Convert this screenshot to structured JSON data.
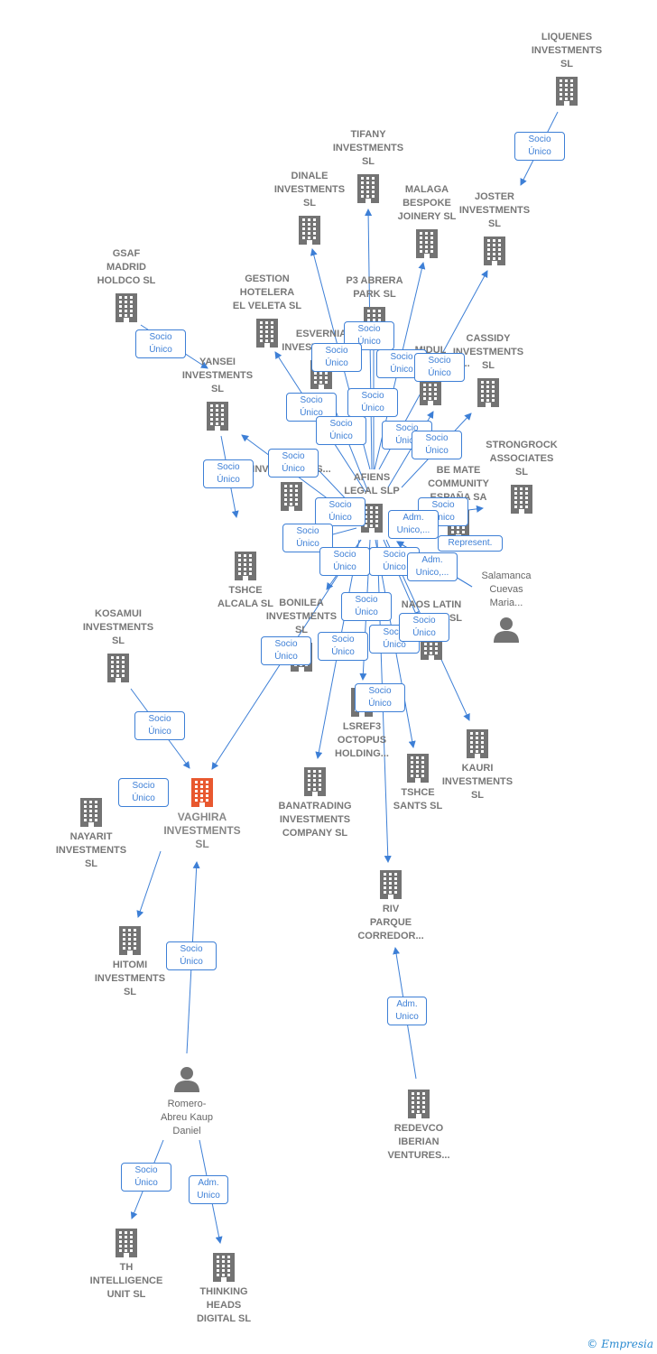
{
  "diagram": {
    "colors": {
      "edge": "#3d7fd6",
      "node": "#737373",
      "main_node": "#e8582f"
    },
    "nodes": [
      {
        "id": "liquenes",
        "label": "LIQUENES\nINVESTMENTS\nSL",
        "type": "company"
      },
      {
        "id": "tifany",
        "label": "TIFANY\nINVESTMENTS\nSL",
        "type": "company"
      },
      {
        "id": "dinale",
        "label": "DINALE\nINVESTMENTS\nSL",
        "type": "company"
      },
      {
        "id": "malaga",
        "label": "MALAGA\nBESPOKE\nJOINERY  SL",
        "type": "company"
      },
      {
        "id": "joster",
        "label": "JOSTER\nINVESTMENTS\nSL",
        "type": "company"
      },
      {
        "id": "gsaf",
        "label": "GSAF\nMADRID\nHOLDCO  SL",
        "type": "company"
      },
      {
        "id": "gestion",
        "label": "GESTION\nHOTELERA\nEL VELETA  SL",
        "type": "company"
      },
      {
        "id": "p3",
        "label": "P3 ABRERA\nPARK  SL",
        "type": "company"
      },
      {
        "id": "esvernia",
        "label": "ESVERNIA\nINVESTMENTS...",
        "type": "company"
      },
      {
        "id": "midul",
        "label": "MIDUL\nINVESTMENTS...",
        "type": "company"
      },
      {
        "id": "cassidy",
        "label": "CASSIDY\nINVESTMENTS\nSL",
        "type": "company"
      },
      {
        "id": "yansei",
        "label": "YANSEI\nINVESTMENTS\nSL",
        "type": "company"
      },
      {
        "id": "godetia",
        "label": "GODETIA\nINVESTMENTS...",
        "type": "company"
      },
      {
        "id": "strongrock",
        "label": "STRONGROCK\nASSOCIATES\nSL",
        "type": "company"
      },
      {
        "id": "afiens",
        "label": "AFIENS\nLEGAL  SLP",
        "type": "company"
      },
      {
        "id": "bemate",
        "label": "BE MATE\nCOMMUNITY\nESPAÑA SA",
        "type": "company"
      },
      {
        "id": "tshcealcala",
        "label": "TSHCE\nALCALA  SL",
        "type": "company"
      },
      {
        "id": "salamanca",
        "label": "Salamanca\nCuevas\nMaria...",
        "type": "person"
      },
      {
        "id": "bonilea",
        "label": "BONILEA\nINVESTMENTS\nSL",
        "type": "company"
      },
      {
        "id": "naos",
        "label": "NAOS LATIN\nAMERICA  SL",
        "type": "company"
      },
      {
        "id": "kosamui",
        "label": "KOSAMUI\nINVESTMENTS\nSL",
        "type": "company"
      },
      {
        "id": "lsref3",
        "label": "LSREF3\nOCTOPUS\nHOLDING...",
        "type": "company"
      },
      {
        "id": "kauri",
        "label": "KAURI\nINVESTMENTS\nSL",
        "type": "company"
      },
      {
        "id": "vaghira",
        "label": "VAGHIRA\nINVESTMENTS\nSL",
        "type": "main"
      },
      {
        "id": "nayarit",
        "label": "NAYARIT\nINVESTMENTS\nSL",
        "type": "company"
      },
      {
        "id": "banatrading",
        "label": "BANATRADING\nINVESTMENTS\nCOMPANY  SL",
        "type": "company"
      },
      {
        "id": "tshcesants",
        "label": "TSHCE\nSANTS  SL",
        "type": "company"
      },
      {
        "id": "riv",
        "label": "RIV\nPARQUE\nCORREDOR...",
        "type": "company"
      },
      {
        "id": "hitomi",
        "label": "HITOMI\nINVESTMENTS\nSL",
        "type": "company"
      },
      {
        "id": "romero",
        "label": "Romero-\nAbreu Kaup\nDaniel",
        "type": "person"
      },
      {
        "id": "redevco",
        "label": "REDEVCO\nIBERIAN\nVENTURES...",
        "type": "company"
      },
      {
        "id": "th",
        "label": "TH\nINTELLIGENCE\nUNIT SL",
        "type": "company"
      },
      {
        "id": "thinking",
        "label": "THINKING\nHEADS\nDIGITAL SL",
        "type": "company"
      }
    ],
    "edges": [
      {
        "from": "liquenes",
        "to": "joster",
        "label": "Socio\nÚnico"
      },
      {
        "from": "afiens",
        "to": "tifany",
        "label": "Socio\nÚnico"
      },
      {
        "from": "afiens",
        "to": "dinale",
        "label": "Socio\nÚnico"
      },
      {
        "from": "afiens",
        "to": "malaga",
        "label": "Socio\nÚnico"
      },
      {
        "from": "afiens",
        "to": "joster",
        "label": "Socio\nÚnico"
      },
      {
        "from": "afiens",
        "to": "gestion",
        "label": "Socio\nÚnico"
      },
      {
        "from": "afiens",
        "to": "p3",
        "label": "Socio\nÚnico"
      },
      {
        "from": "afiens",
        "to": "esvernia",
        "label": "Socio\nÚnico"
      },
      {
        "from": "afiens",
        "to": "midul",
        "label": "Socio\nÚnico"
      },
      {
        "from": "afiens",
        "to": "cassidy",
        "label": "Socio\nÚnico"
      },
      {
        "from": "afiens",
        "to": "godetia",
        "label": "Socio\nÚnico"
      },
      {
        "from": "afiens",
        "to": "yansei",
        "label": "Socio\nÚnico"
      },
      {
        "from": "afiens",
        "to": "bemate",
        "label": "Socio\nÚnico"
      },
      {
        "from": "afiens",
        "to": "tshcealcala",
        "label": "Socio\nÚnico"
      },
      {
        "from": "afiens",
        "to": "bonilea",
        "label": "Socio\nÚnico"
      },
      {
        "from": "afiens",
        "to": "naos",
        "label": "Socio\nÚnico"
      },
      {
        "from": "afiens",
        "to": "lsref3",
        "label": "Socio\nÚnico"
      },
      {
        "from": "afiens",
        "to": "banatrading",
        "label": "Socio\nÚnico"
      },
      {
        "from": "afiens",
        "to": "tshcesants",
        "label": "Socio\nÚnico"
      },
      {
        "from": "afiens",
        "to": "kauri",
        "label": "Socio\nÚnico"
      },
      {
        "from": "afiens",
        "to": "riv",
        "label": "Socio\nÚnico"
      },
      {
        "from": "afiens",
        "to": "vaghira",
        "label": "Socio\nÚnico"
      },
      {
        "from": "salamanca",
        "to": "afiens",
        "label": "Adm.\nUnico,..."
      },
      {
        "from": "salamanca",
        "to": "afiens",
        "label": "Represent."
      },
      {
        "from": "salamanca",
        "to": "afiens",
        "label": "Adm.\nUnico,..."
      },
      {
        "from": "gsaf",
        "to": "yansei",
        "label": "Socio\nÚnico"
      },
      {
        "from": "yansei",
        "to": "tshcealcala",
        "label": "Socio\nÚnico"
      },
      {
        "from": "kosamui",
        "to": "vaghira",
        "label": "Socio\nÚnico"
      },
      {
        "from": "nayarit",
        "to": "vaghira",
        "label": "Socio\nÚnico"
      },
      {
        "from": "nayarit",
        "to": "hitomi",
        "label": "Socio\nÚnico"
      },
      {
        "from": "romero",
        "to": "vaghira",
        "label": "Adm.\nUnico"
      },
      {
        "from": "redevco",
        "to": "riv",
        "label": "Socio\nÚnico"
      },
      {
        "from": "romero",
        "to": "th",
        "label": "Adm.\nUnico"
      },
      {
        "from": "romero",
        "to": "thinking",
        "label": "Adm.\nUnico"
      }
    ]
  },
  "footer": {
    "copyright_symbol": "©",
    "brand": "Empresia"
  }
}
